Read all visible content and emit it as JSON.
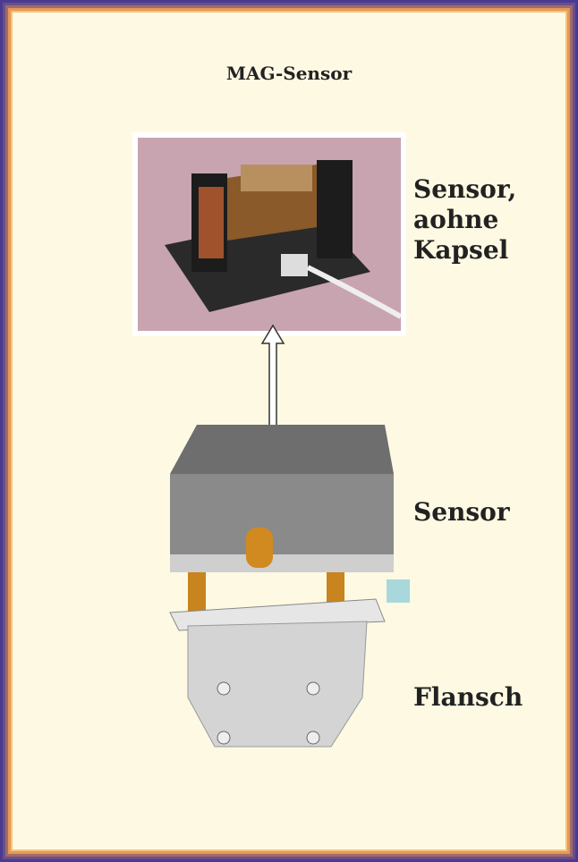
{
  "title": "MAG-Sensor",
  "labels": {
    "top": [
      "Sensor,",
      "aohne",
      "Kapsel"
    ],
    "sensor": "Sensor",
    "flange": "Flansch"
  },
  "colors": {
    "background": "#fef9e3",
    "border_outer": "#4a3a92",
    "border_inner": "#f6c27a"
  }
}
